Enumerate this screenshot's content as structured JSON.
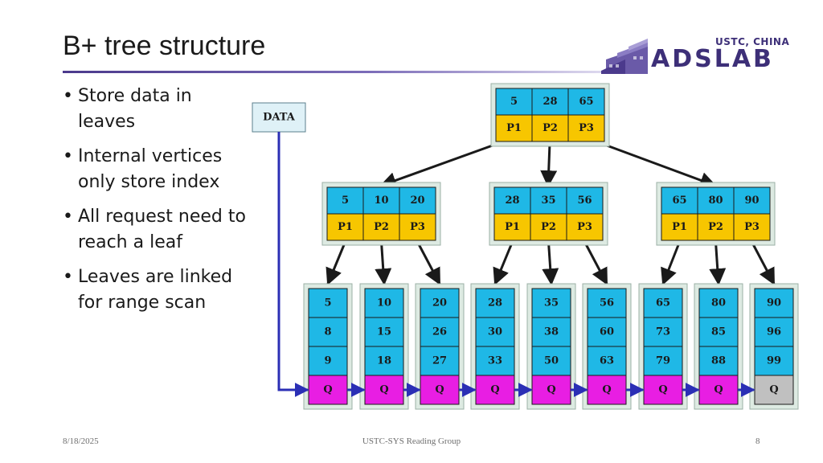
{
  "slide": {
    "title": "B+ tree structure",
    "bullets": [
      "Store data in leaves",
      "Internal vertices only store index",
      "All request need to reach a leaf",
      "Leaves are linked for range scan"
    ]
  },
  "logo": {
    "subtitle": "USTC, CHINA",
    "name": "ADSLAB"
  },
  "diagram": {
    "data_label": "DATA",
    "root": {
      "keys": [
        "5",
        "28",
        "65"
      ],
      "pointers": [
        "P1",
        "P2",
        "P3"
      ]
    },
    "internal_nodes": [
      {
        "keys": [
          "5",
          "10",
          "20"
        ],
        "pointers": [
          "P1",
          "P2",
          "P3"
        ]
      },
      {
        "keys": [
          "28",
          "35",
          "56"
        ],
        "pointers": [
          "P1",
          "P2",
          "P3"
        ]
      },
      {
        "keys": [
          "65",
          "80",
          "90"
        ],
        "pointers": [
          "P1",
          "P2",
          "P3"
        ]
      }
    ],
    "leaves": [
      {
        "keys": [
          "5",
          "8",
          "9"
        ],
        "link": "Q"
      },
      {
        "keys": [
          "10",
          "15",
          "18"
        ],
        "link": "Q"
      },
      {
        "keys": [
          "20",
          "26",
          "27"
        ],
        "link": "Q"
      },
      {
        "keys": [
          "28",
          "30",
          "33"
        ],
        "link": "Q"
      },
      {
        "keys": [
          "35",
          "38",
          "50"
        ],
        "link": "Q"
      },
      {
        "keys": [
          "56",
          "60",
          "63"
        ],
        "link": "Q"
      },
      {
        "keys": [
          "65",
          "73",
          "79"
        ],
        "link": "Q"
      },
      {
        "keys": [
          "80",
          "85",
          "88"
        ],
        "link": "Q"
      },
      {
        "keys": [
          "90",
          "96",
          "99"
        ],
        "link": "Q"
      }
    ],
    "colors": {
      "key_cell": "#1fb8e6",
      "pointer_cell": "#f7c600",
      "leaf_link": "#e81ee3",
      "last_leaf_link": "#c0c0c0",
      "node_frame": "#ddeae2",
      "data_box": "#dff1f7",
      "data_line": "#2b2fb5",
      "tree_arrow": "#1a1a1a"
    }
  },
  "footer": {
    "date": "8/18/2025",
    "center": "USTC-SYS Reading Group",
    "page": "8"
  }
}
